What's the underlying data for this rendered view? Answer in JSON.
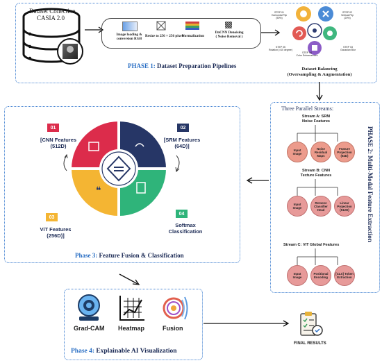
{
  "phase1": {
    "db_label_line1": "Dataset Collection",
    "db_label_line2": "CASIA 2.0",
    "steps": [
      {
        "label": "Image loading &\nconversion RGB"
      },
      {
        "label": "Resize to 256 × 256 pixels"
      },
      {
        "label": "Normalization"
      },
      {
        "label": "DnCNN Denoising\n( Noise Removal )"
      }
    ],
    "title_prefix": "PHASE 1:",
    "title_rest": " Dataset Preparation Pipelines",
    "balancing_title": "Dataset Balancing\n(Oversampling & Augmentation)",
    "aug_labels": [
      {
        "step": "STEP 01",
        "text": "Horizontal Flip\n(50%)"
      },
      {
        "step": "STEP 02",
        "text": "Vertical Flip\n(20%)"
      },
      {
        "step": "STEP 03",
        "text": "Gaussian Blur"
      },
      {
        "step": "STEP 04",
        "text": "Color Enhancement"
      },
      {
        "step": "STEP 05",
        "text": "Rotation (±10 degree)"
      }
    ]
  },
  "phase2": {
    "header": "Three Parallel Streams:",
    "side_title": "PHASE 2: Multi-Modal Feature Extraction",
    "streamA": {
      "title": "Stream A: SRM\nNoise Features",
      "nodes": [
        "Input\nImage",
        "Noise\nResidual\nMaps",
        "Feature\nProjection\n(64D)"
      ]
    },
    "streamB": {
      "title": "Stream B: CNN\nTexture Features",
      "nodes": [
        "Input\nImage",
        "Remove\nClassifier\nHead",
        "Linear\nProjection\n(512D)"
      ]
    },
    "streamC": {
      "title": "Stream C: ViT Global Features",
      "nodes": [
        "Input\nImage",
        "Positional\nEncoding",
        "[CLS] Token\nExtraction"
      ]
    }
  },
  "phase3": {
    "tiles": [
      "01",
      "02",
      "03",
      "04"
    ],
    "q1_label": "[CNN Features\n(512D)",
    "q2_label": "[SRM Features\n(64D)]",
    "q3_label": "ViT Features\n(256D)]",
    "q4_label": "Softmax\nClassification",
    "title_prefix": "Phase 3:",
    "title_rest": " Feature Fusion & Classification"
  },
  "phase4": {
    "items": [
      "Grad-CAM",
      "Heatmap",
      "Fusion"
    ],
    "title_prefix": "Phase 4:",
    "title_rest": " Explainable AI Visualization"
  },
  "final_results": "FINAL RESULTS",
  "colors": {
    "accent_blue": "#2a6fc4",
    "dashed": "#3f7fd0",
    "red": "#dc2c4b",
    "navy": "#263666",
    "yellow": "#f4b533",
    "green": "#2fb47a"
  }
}
